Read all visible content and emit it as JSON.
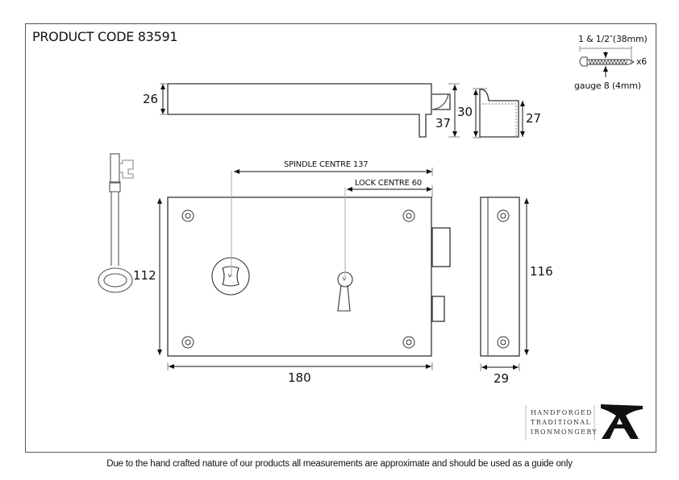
{
  "header": {
    "product_code": "PRODUCT CODE 83591"
  },
  "screw_spec": {
    "length": "1 & 1/2″(38mm)",
    "quantity": "x6",
    "gauge": "gauge 8 (4mm)"
  },
  "dimensions": {
    "top_view_height": "26",
    "top_view_depth": "37",
    "side_bolt_height": "30",
    "keep_height": "27",
    "spindle_centre": "SPINDLE CENTRE 137",
    "lock_centre": "LOCK CENTRE 60",
    "lock_height": "112",
    "lock_width": "180",
    "keep_length": "116",
    "keep_width": "29"
  },
  "logo": {
    "line1": "HANDFORGED",
    "line2": "TRADITIONAL",
    "line3": "IRONMONGERY"
  },
  "footer": {
    "disclaimer": "Due to the hand crafted nature of our products all measurements are approximate and should be used as a guide only"
  },
  "colors": {
    "line": "#333333",
    "centre_line": "#c9a0a0",
    "frame": "#555555"
  }
}
